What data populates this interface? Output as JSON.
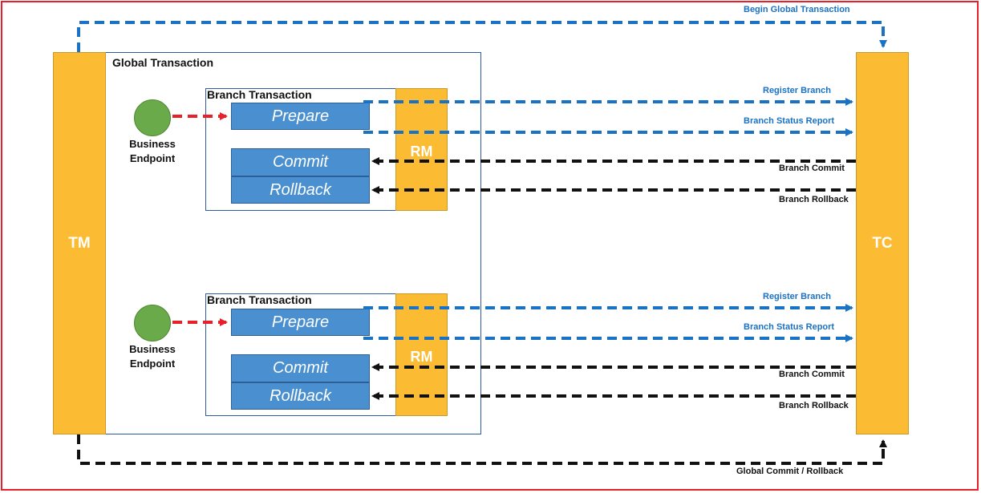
{
  "tm": {
    "label": "TM"
  },
  "tc": {
    "label": "TC"
  },
  "global": {
    "label": "Global Transaction",
    "begin_label": "Begin Global Transaction",
    "end_label": "Global Commit / Rollback"
  },
  "branches": [
    {
      "label": "Branch Transaction",
      "endpoint": {
        "line1": "Business",
        "line2": "Endpoint"
      },
      "prepare": "Prepare",
      "commit": "Commit",
      "rollback": "Rollback",
      "rm": "RM",
      "register": "Register Branch",
      "status": "Branch Status Report",
      "branch_commit": "Branch Commit",
      "branch_rollback": "Branch Rollback"
    },
    {
      "label": "Branch Transaction",
      "endpoint": {
        "line1": "Business",
        "line2": "Endpoint"
      },
      "prepare": "Prepare",
      "commit": "Commit",
      "rollback": "Rollback",
      "rm": "RM",
      "register": "Register Branch",
      "status": "Branch Status Report",
      "branch_commit": "Branch Commit",
      "branch_rollback": "Branch Rollback"
    }
  ],
  "colors": {
    "frame": "#e8202a",
    "bar": "#fbbc33",
    "step": "#4a90d0",
    "endpoint": "#6aaa4a",
    "blue_arrow": "#1a72c4",
    "black_arrow": "#111111",
    "red_arrow": "#e8202a"
  }
}
